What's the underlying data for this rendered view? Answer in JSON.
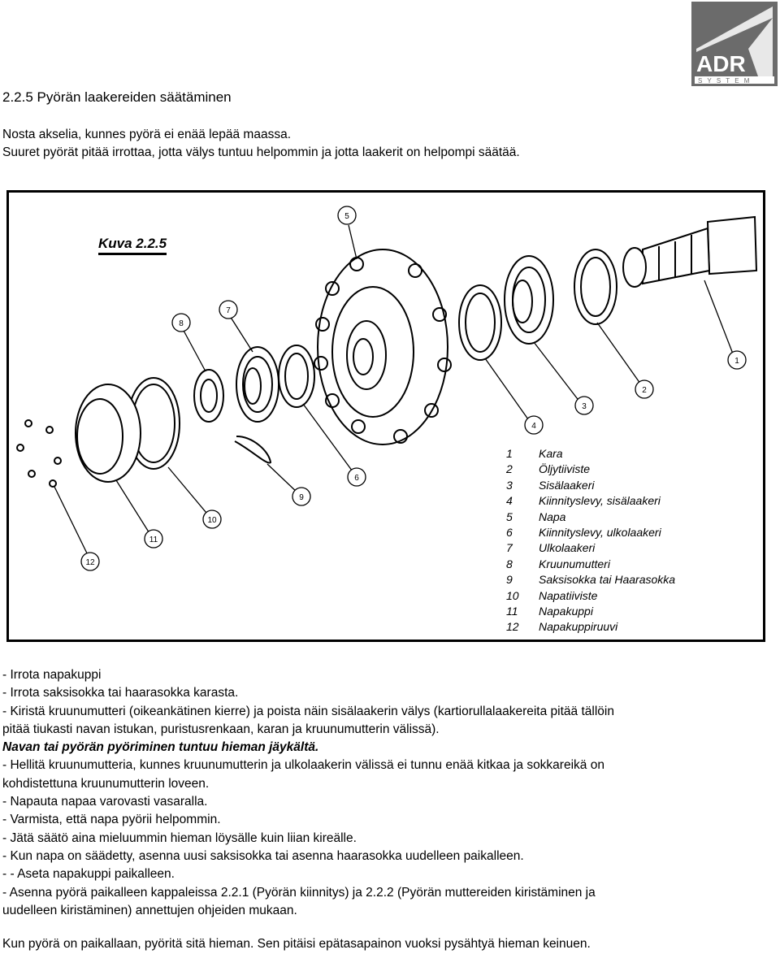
{
  "logo": {
    "text": "ADR",
    "subtext": "S Y S T E M"
  },
  "heading": "2.2.5 Pyörän laakereiden säätäminen",
  "intro": [
    "Nosta akselia, kunnes pyörä ei enää lepää maassa.",
    "Suuret pyörät pitää irrottaa, jotta välys tuntuu helpommin ja jotta laakerit on helpompi säätää."
  ],
  "figure": {
    "title": "Kuva 2.2.5",
    "callouts": [
      "5",
      "8",
      "7",
      "1",
      "2",
      "3",
      "4",
      "6",
      "9",
      "10",
      "11",
      "12"
    ],
    "legend": [
      {
        "num": "1",
        "label": "Kara"
      },
      {
        "num": "2",
        "label": "Öljytiiviste"
      },
      {
        "num": "3",
        "label": "Sisälaakeri"
      },
      {
        "num": "4",
        "label": "Kiinnityslevy, sisälaakeri"
      },
      {
        "num": "5",
        "label": "Napa"
      },
      {
        "num": "6",
        "label": "Kiinnityslevy, ulkolaakeri"
      },
      {
        "num": "7",
        "label": "Ulkolaakeri"
      },
      {
        "num": "8",
        "label": "Kruunumutteri"
      },
      {
        "num": "9",
        "label": "Saksisokka tai Haarasokka"
      },
      {
        "num": "10",
        "label": "Napatiiviste"
      },
      {
        "num": "11",
        "label": "Napakuppi"
      },
      {
        "num": "12",
        "label": "Napakuppiruuvi"
      }
    ]
  },
  "body": [
    "- Irrota napakuppi",
    "- Irrota saksisokka tai haarasokka karasta.",
    "- Kiristä kruunumutteri (oikeankätinen kierre) ja poista näin sisälaakerin välys (kartiorullalaakereita pitää tällöin",
    "pitää tiukasti navan istukan, puristusrenkaan, karan ja kruunumutterin välissä).",
    "Navan tai pyörän pyöriminen tuntuu hieman jäykältä.",
    "- Hellitä kruunumutteria, kunnes kruunumutterin ja ulkolaakerin välissä ei tunnu enää kitkaa ja sokkareikä on",
    "kohdistettuna kruunumutterin loveen.",
    "- Napauta napaa varovasti vasaralla.",
    "- Varmista, että napa pyörii helpommin.",
    "- Jätä säätö aina mieluummin hieman löysälle kuin liian kireälle.",
    "- Kun napa on säädetty, asenna uusi saksisokka tai asenna haarasokka uudelleen paikalleen.",
    "- - Aseta napakuppi paikalleen.",
    "- Asenna pyörä paikalleen kappaleissa 2.2.1 (Pyörän kiinnitys) ja 2.2.2 (Pyörän muttereiden kiristäminen ja",
    "uudelleen kiristäminen) annettujen ohjeiden mukaan."
  ],
  "footer": "Kun pyörä on paikallaan, pyöritä sitä hieman. Sen pitäisi epätasapainon vuoksi pysähtyä hieman keinuen."
}
